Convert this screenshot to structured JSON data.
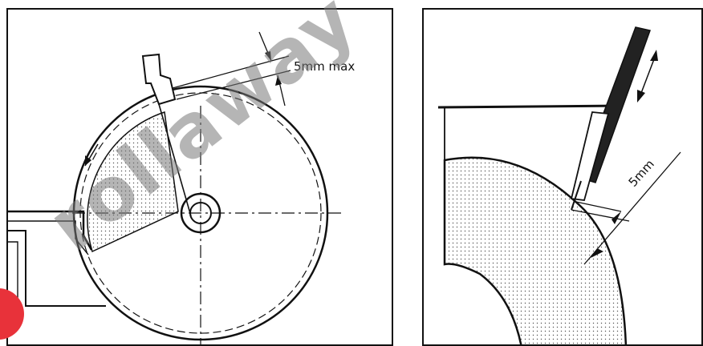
{
  "left_figure": {
    "gap_label": "5mm max"
  },
  "right_figure": {
    "gap_label": "5mm"
  },
  "watermark": {
    "text": "rollaway",
    "color": "#e8323a"
  }
}
